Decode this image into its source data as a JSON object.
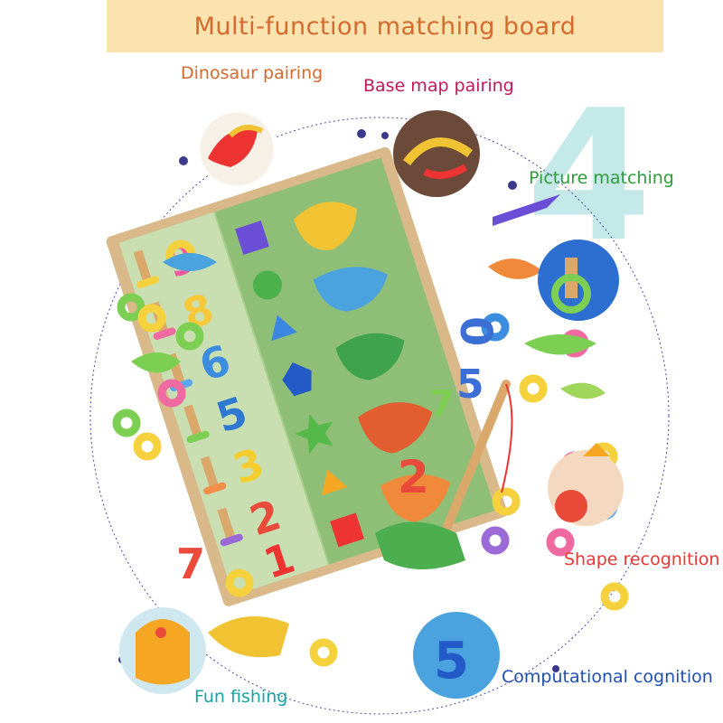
{
  "banner": {
    "title": "Multi-function matching board"
  },
  "labels": {
    "dinosaur_pairing": "Dinosaur pairing",
    "base_map_pairing": "Base map pairing",
    "picture_matching": "Picture matching",
    "shape_recognition": "Shape recognition",
    "computational_cognition": "Computational cognition",
    "fun_fishing": "Fun fishing"
  },
  "decor": {
    "big_number": "4"
  },
  "colors": {
    "banner_bg": "#fbe3b0",
    "title": "#d56a2e",
    "dinosaur_pairing": "#d56a2e",
    "base_map_pairing": "#c2185b",
    "picture_matching": "#2e9d3a",
    "shape_recognition": "#e53935",
    "computational_cognition": "#1f4fb0",
    "fun_fishing": "#1aa3a3",
    "big_number": "#bfe6e6",
    "ring_dots": "#3a3a8c"
  }
}
